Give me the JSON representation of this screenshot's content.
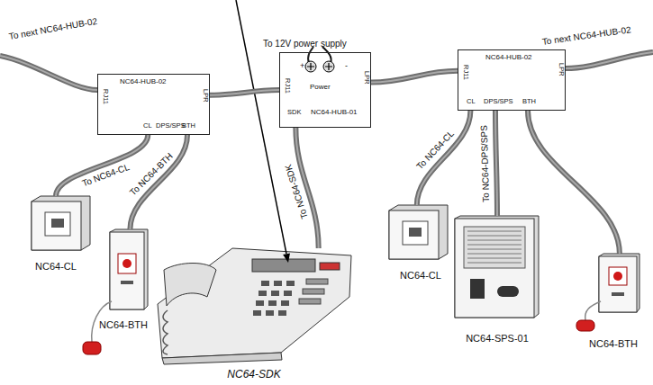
{
  "diagram": {
    "nodes": [
      {
        "text": [
          "NC64-HUB-02",
          "RJ11",
          "CL",
          "DPS/SPS",
          "BTH",
          "LPR"
        ]
      },
      {
        "text": [
          "NC64-HUB-01",
          "+",
          "-",
          "Power",
          "RJ11",
          "LPR",
          "SDK"
        ]
      },
      {
        "text": [
          "NC64-HUB-02",
          "RJ11",
          "CL",
          "DPS/SPS",
          "BTH",
          "LPR"
        ]
      },
      {
        "text": [
          "NC64-CL"
        ]
      },
      {
        "text": [
          "NC64-BTH"
        ]
      },
      {
        "text": [
          "NC64-SDK"
        ]
      },
      {
        "text": [
          "NC64-CL"
        ]
      },
      {
        "text": [
          "NC64-SPS-01"
        ]
      },
      {
        "text": [
          "NC64-BTH"
        ]
      }
    ],
    "edges": [
      {
        "from": 0,
        "to": 1,
        "arrow": "none"
      },
      {
        "from": 1,
        "to": 2,
        "arrow": "none"
      },
      {
        "from": 0,
        "to": 3,
        "label": "To NC64-CL",
        "arrow": "none"
      },
      {
        "from": 0,
        "to": 4,
        "label": "To NC64-BTH",
        "arrow": "none"
      },
      {
        "from": 1,
        "to": 5,
        "label": "To NC64-SDK",
        "arrow": "none"
      },
      {
        "from": 2,
        "to": 6,
        "label": "To NC64-CL",
        "arrow": "none"
      },
      {
        "from": 2,
        "to": 7,
        "label": "To NC64-DPS/SPS",
        "arrow": "none"
      },
      {
        "from": 2,
        "to": 8,
        "arrow": "none"
      }
    ],
    "labels": [
      "To next NC64-HUB-02",
      "To 12V power supply",
      "To next NC64-HUB-02"
    ]
  }
}
